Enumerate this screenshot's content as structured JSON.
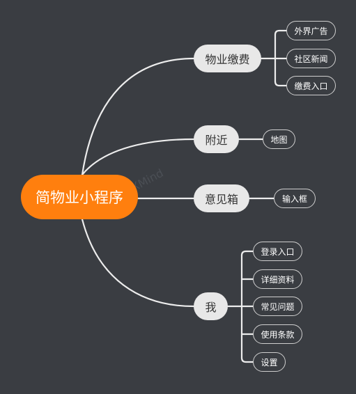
{
  "root": {
    "label": "简物业小程序"
  },
  "branches": [
    {
      "label": "物业缴费",
      "children": [
        "外界广告",
        "社区新闻",
        "缴费入口"
      ]
    },
    {
      "label": "附近",
      "children": [
        "地图"
      ]
    },
    {
      "label": "意见箱",
      "children": [
        "输入框"
      ]
    },
    {
      "label": "我",
      "children": [
        "登录入口",
        "详细资料",
        "常见问题",
        "使用条款",
        "设置"
      ]
    }
  ],
  "watermark": "XMind",
  "colors": {
    "background": "#3a3d42",
    "root_fill": "#ff7f0e",
    "branch_fill": "#e8e8e8",
    "connector": "#ededed"
  }
}
